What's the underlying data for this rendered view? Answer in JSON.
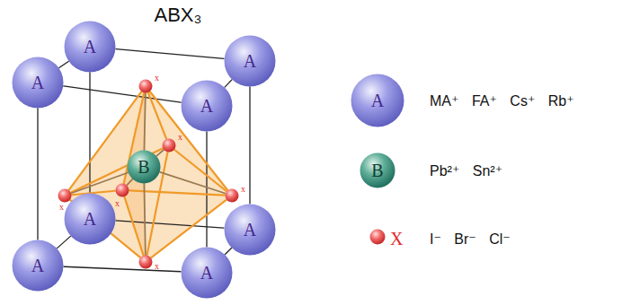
{
  "diagram": {
    "title": "ABX₃",
    "nodes": [
      {
        "text": [
          "A"
        ]
      },
      {
        "text": [
          "A"
        ]
      },
      {
        "text": [
          "A"
        ]
      },
      {
        "text": [
          "A"
        ]
      },
      {
        "text": [
          "x"
        ]
      },
      {
        "text": [
          "x"
        ]
      },
      {
        "text": [
          "B"
        ]
      },
      {
        "text": [
          "x"
        ]
      },
      {
        "text": [
          "x"
        ]
      },
      {
        "text": [
          "x"
        ]
      },
      {
        "text": [
          "A"
        ]
      },
      {
        "text": [
          "A"
        ]
      },
      {
        "text": [
          "A"
        ]
      },
      {
        "text": [
          "A"
        ]
      },
      {
        "text": [
          "x"
        ]
      },
      {
        "text": [
          "A"
        ]
      },
      {
        "text": [
          "B"
        ]
      },
      {
        "text": [
          "X"
        ]
      }
    ],
    "edges": [
      {
        "from": 0,
        "to": 1,
        "arrow": "none"
      },
      {
        "from": 1,
        "to": 11,
        "arrow": "none"
      },
      {
        "from": 11,
        "to": 10,
        "arrow": "none"
      },
      {
        "from": 10,
        "to": 0,
        "arrow": "none"
      },
      {
        "from": 2,
        "to": 3,
        "arrow": "none"
      },
      {
        "from": 3,
        "to": 13,
        "arrow": "none"
      },
      {
        "from": 13,
        "to": 12,
        "arrow": "none"
      },
      {
        "from": 12,
        "to": 2,
        "arrow": "none"
      },
      {
        "from": 0,
        "to": 2,
        "arrow": "none"
      },
      {
        "from": 1,
        "to": 3,
        "arrow": "none"
      },
      {
        "from": 10,
        "to": 12,
        "arrow": "none"
      },
      {
        "from": 11,
        "to": 13,
        "arrow": "none"
      },
      {
        "from": 4,
        "to": 5,
        "arrow": "none"
      },
      {
        "from": 4,
        "to": 7,
        "arrow": "none"
      },
      {
        "from": 4,
        "to": 8,
        "arrow": "none"
      },
      {
        "from": 4,
        "to": 9,
        "arrow": "none"
      },
      {
        "from": 14,
        "to": 5,
        "arrow": "none"
      },
      {
        "from": 14,
        "to": 7,
        "arrow": "none"
      },
      {
        "from": 14,
        "to": 8,
        "arrow": "none"
      },
      {
        "from": 14,
        "to": 9,
        "arrow": "none"
      },
      {
        "from": 7,
        "to": 9,
        "arrow": "none"
      },
      {
        "from": 9,
        "to": 8,
        "arrow": "none"
      },
      {
        "from": 8,
        "to": 5,
        "arrow": "none"
      },
      {
        "from": 5,
        "to": 7,
        "arrow": "none"
      },
      {
        "from": 6,
        "to": 4,
        "arrow": "none"
      },
      {
        "from": 6,
        "to": 14,
        "arrow": "none"
      },
      {
        "from": 6,
        "to": 7,
        "arrow": "none"
      },
      {
        "from": 6,
        "to": 8,
        "arrow": "none"
      },
      {
        "from": 6,
        "to": 9,
        "arrow": "none"
      },
      {
        "from": 6,
        "to": 5,
        "arrow": "none"
      }
    ],
    "legend": [
      {
        "text": "MA⁺ FA⁺ Cs⁺ Rb⁺"
      },
      {
        "text": "Pb²⁺ Sn²⁺"
      },
      {
        "text": "I⁻ Br⁻ Cl⁻"
      }
    ]
  }
}
